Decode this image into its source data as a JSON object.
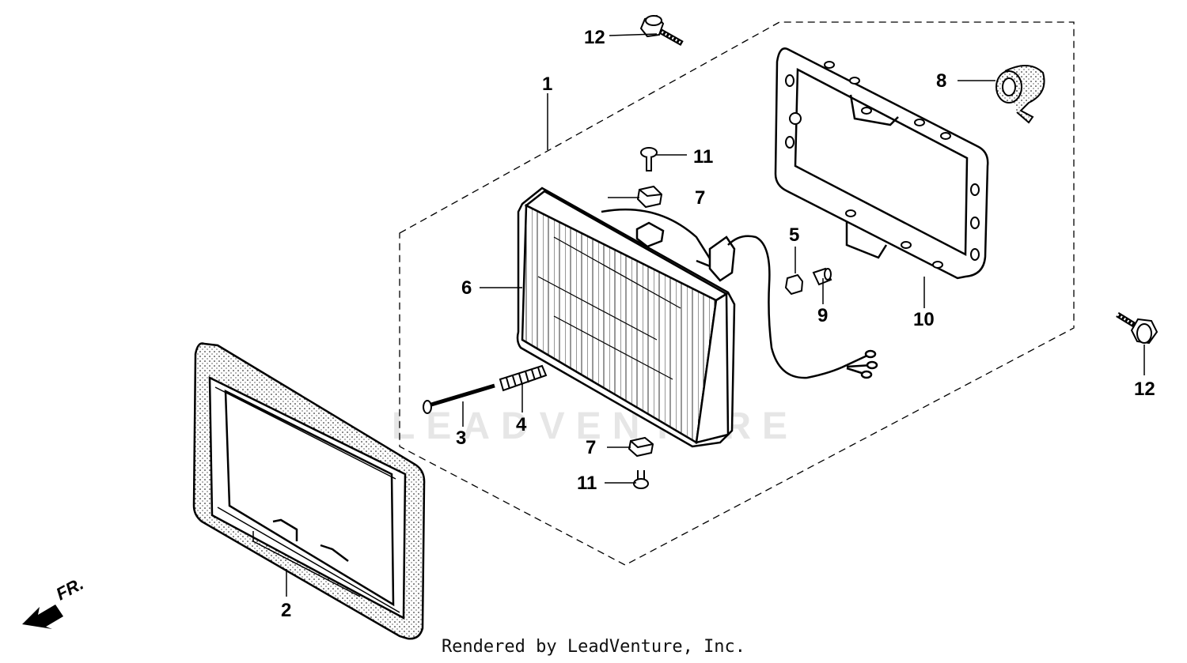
{
  "watermark": "LEADVENTURE",
  "direction_label": "FR.",
  "footer": "Rendered by LeadVenture, Inc.",
  "callouts": {
    "c1": "1",
    "c2": "2",
    "c3": "3",
    "c4": "4",
    "c5": "5",
    "c6": "6",
    "c7a": "7",
    "c7b": "7",
    "c8": "8",
    "c9": "9",
    "c10": "10",
    "c11a": "11",
    "c11b": "11",
    "c12a": "12",
    "c12b": "12"
  }
}
